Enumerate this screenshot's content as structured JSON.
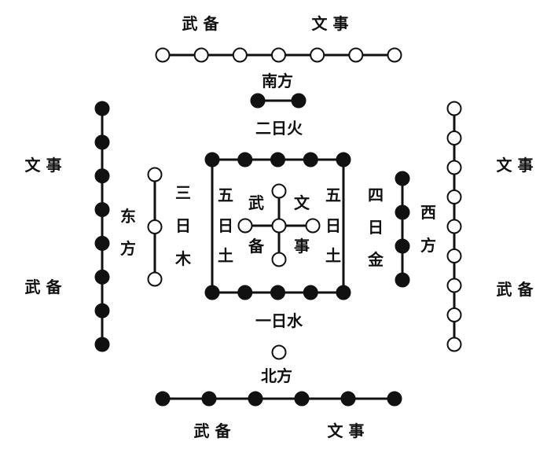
{
  "labels": {
    "south_wu": "武 备",
    "south_wen": "文 事",
    "south": "南方",
    "fire": "二日火",
    "east_wen": "文 事",
    "east_wu": "武 备",
    "east": [
      "东",
      "方"
    ],
    "wood": [
      "三",
      "日",
      "木"
    ],
    "center_left": [
      "五",
      "日",
      "土"
    ],
    "center_right": [
      "五",
      "日",
      "土"
    ],
    "center_wu": [
      "武",
      "备"
    ],
    "center_wen": [
      "文",
      "事"
    ],
    "metal": [
      "四",
      "日",
      "金"
    ],
    "west": [
      "西",
      "方"
    ],
    "west_wen": "文 事",
    "west_wu": "武 备",
    "water": "一日水",
    "north": "北方",
    "north_wu": "武 备",
    "north_wen": "文 事"
  },
  "dot_groups": {
    "south_outer": {
      "count": 7,
      "color": "white"
    },
    "south_inner": {
      "count": 2,
      "color": "black"
    },
    "center_top": {
      "count": 5,
      "color": "black"
    },
    "center_bottom": {
      "count": 5,
      "color": "black"
    },
    "center_cross": {
      "count": 5,
      "color": "white"
    },
    "east_outer": {
      "count": 8,
      "color": "black"
    },
    "east_inner": {
      "count": 3,
      "color": "white"
    },
    "west_inner": {
      "count": 4,
      "color": "black"
    },
    "west_outer": {
      "count": 9,
      "color": "white"
    },
    "north_inner": {
      "count": 1,
      "color": "white"
    },
    "north_outer": {
      "count": 6,
      "color": "black"
    }
  }
}
